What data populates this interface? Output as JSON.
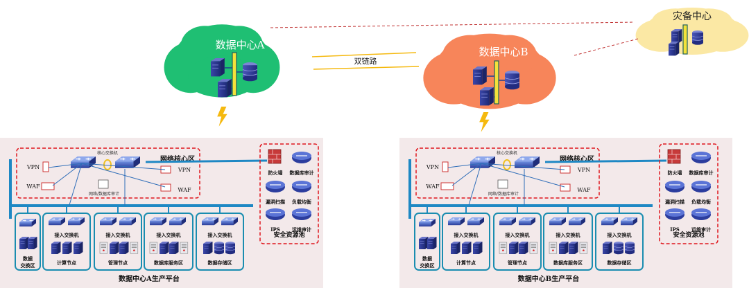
{
  "clouds": {
    "dc_a": "数据中心A",
    "dc_b": "数据中心B",
    "dr": "灾备中心",
    "link": "双链路"
  },
  "platforms": [
    {
      "title": "数据中心A生产平台",
      "core_zone": "网络核心区",
      "core_switch": "核心交换机",
      "vpn_left": "VPN",
      "vpn_right": "VPN",
      "waf_left": "WAF",
      "waf_right": "WAF",
      "audit": "网络/数据库审计",
      "zones": [
        {
          "sub": "",
          "label": "数据\n交换区"
        },
        {
          "sub": "接入交换机",
          "label": "计算节点"
        },
        {
          "sub": "接入交换机",
          "label": "管理节点"
        },
        {
          "sub": "接入交换机",
          "label": "数据库服务区"
        },
        {
          "sub": "接入交换机",
          "label": "数据存储区"
        }
      ],
      "security_pool": {
        "title": "安全资源池",
        "items": [
          "防火墙",
          "数据库审计",
          "漏洞扫描",
          "负载均衡",
          "IPS",
          "运维审计"
        ]
      }
    },
    {
      "title": "数据中心B生产平台",
      "core_zone": "网络核心区",
      "core_switch": "核心交换机",
      "vpn_left": "VPN",
      "vpn_right": "VPN",
      "waf_left": "WAF",
      "waf_right": "WAF",
      "audit": "网络/数据库审计",
      "zones": [
        {
          "sub": "",
          "label": "数据\n交换区"
        },
        {
          "sub": "接入交换机",
          "label": "计算节点"
        },
        {
          "sub": "接入交换机",
          "label": "管理节点"
        },
        {
          "sub": "接入交换机",
          "label": "数据库服务区"
        },
        {
          "sub": "接入交换机",
          "label": "数据存储区"
        }
      ],
      "security_pool": {
        "title": "安全资源池",
        "items": [
          "防火墙",
          "数据库审计",
          "漏洞扫描",
          "负载均衡",
          "IPS",
          "运维审计"
        ]
      }
    }
  ],
  "colors": {
    "cloud_a": "#1fbf73",
    "cloud_b": "#f7855a",
    "cloud_dr": "#fbe8a4",
    "panel_bg": "#f3e9ea",
    "zone_border": "#1a8db0",
    "dashed_red": "#e0161c",
    "bus": "#1e88c4",
    "lightning": "#f5b90f"
  }
}
